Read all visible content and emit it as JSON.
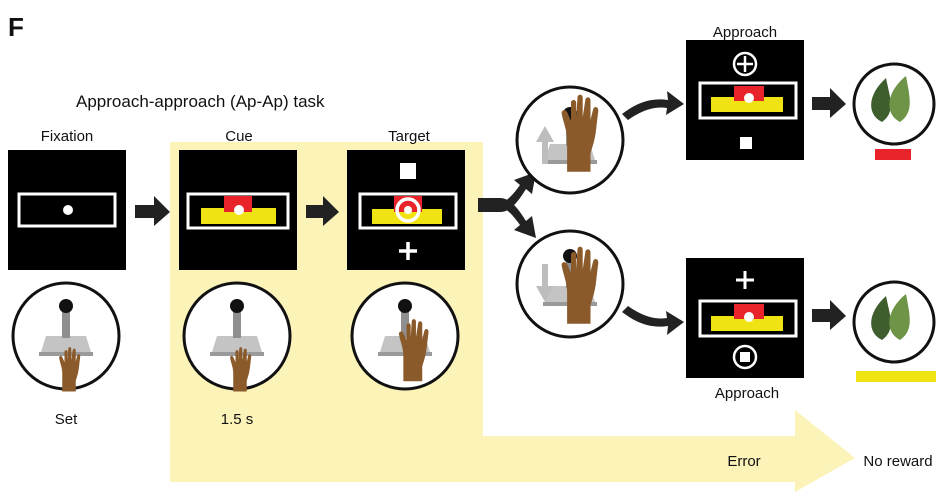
{
  "panel_letter": "F",
  "task_title": "Approach-approach (Ap-Ap) task",
  "phases": {
    "fixation": "Fixation",
    "cue": "Cue",
    "target": "Target"
  },
  "labels": {
    "set": "Set",
    "cue_duration": "1.5 s",
    "approach_top": "Approach",
    "approach_bottom": "Approach",
    "error": "Error",
    "no_reward": "No reward"
  },
  "colors": {
    "yellow_band": "#fbf3b8",
    "reward_red": "#e8242a",
    "reward_yellow": "#f0e313",
    "skin": "#8b5a2b",
    "leaf_dark": "#3f5e2e",
    "leaf_light": "#6e9448",
    "joystick_gray": "#b5b5b5"
  },
  "icons": {
    "plus_circle": "circle-plus-icon",
    "square_circle": "circle-square-icon",
    "lever": "joystick-icon",
    "reward": "leaf-icon"
  }
}
